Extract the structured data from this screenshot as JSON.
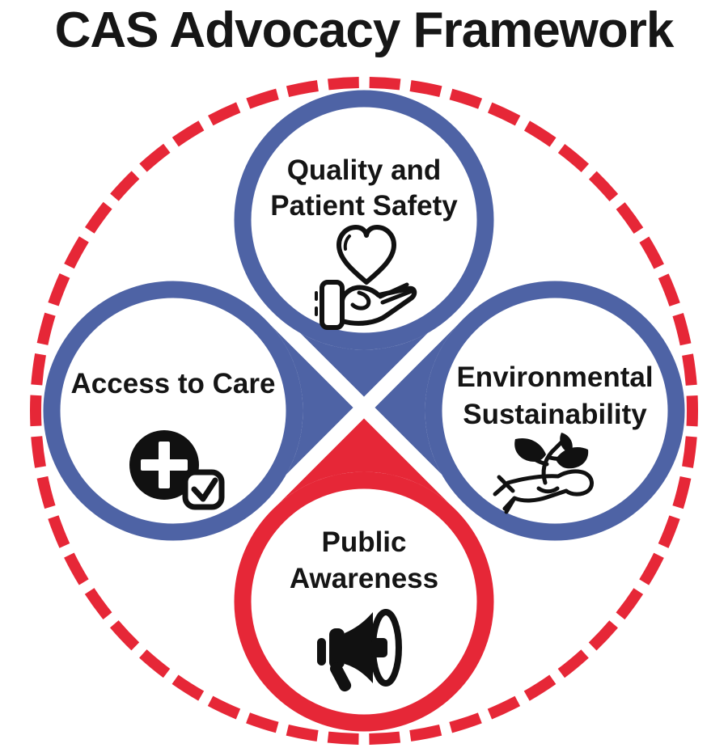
{
  "title": "CAS Advocacy Framework",
  "colors": {
    "blue": "#4e63a5",
    "red": "#e62737",
    "ink": "#141414",
    "white": "#ffffff"
  },
  "circles": [
    {
      "name": "quality-patient-safety",
      "lines": [
        "Quality and",
        "Patient Safety"
      ],
      "ring": "blue",
      "icon": "heart-in-hand-icon"
    },
    {
      "name": "access-to-care",
      "lines": [
        "Access to Care"
      ],
      "ring": "blue",
      "icon": "medical-cross-check-icon"
    },
    {
      "name": "environmental-sustainability",
      "lines": [
        "Environmental",
        "Sustainability"
      ],
      "ring": "blue",
      "icon": "hand-plant-icon"
    },
    {
      "name": "public-awareness",
      "lines": [
        "Public",
        "Awareness"
      ],
      "ring": "red",
      "icon": "megaphone-icon"
    }
  ]
}
